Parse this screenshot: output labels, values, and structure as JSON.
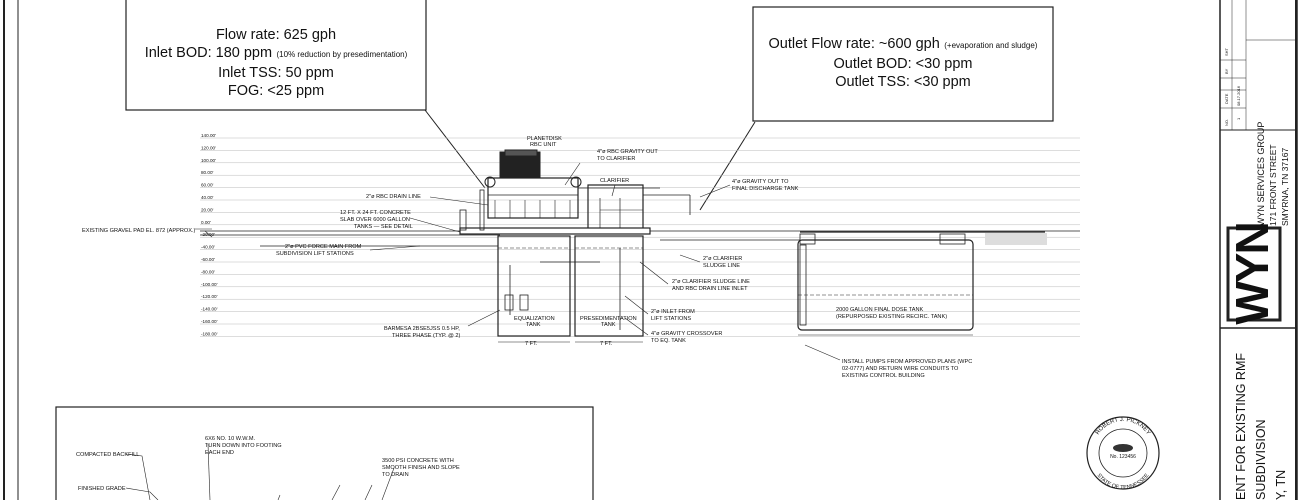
{
  "inlet_box": {
    "flow": "Flow rate: 625 gph",
    "bod": "Inlet BOD: 180 ppm",
    "bod_note": "(10% reduction by presedimentation)",
    "tss": "Inlet TSS: 50 ppm",
    "fog": "FOG: <25 ppm"
  },
  "outlet_box": {
    "flow": "Outlet Flow rate: ~600 gph",
    "flow_note": "(+evaporation and sludge)",
    "bod": "Outlet BOD: <30 ppm",
    "tss": "Outlet TSS: <30 ppm"
  },
  "elevations": [
    "140.00'",
    "120.00'",
    "100.00'",
    "80.00'",
    "60.00'",
    "40.00'",
    "20.00'",
    "0.00'",
    "-20.00'",
    "-40.00'",
    "-60.00'",
    "-80.00'",
    "-100.00'",
    "-120.00'",
    "-140.00'",
    "-160.00'",
    "-180.00'"
  ],
  "labels": {
    "planetdisk": "PLANETDISK",
    "rbc_unit": "RBC UNIT",
    "rbc_gravity_1": "4\"ø RBC GRAVITY OUT",
    "rbc_gravity_2": "TO CLARIFIER",
    "clarifier": "CLARIFIER",
    "gravity_out_1": "4\"ø GRAVITY OUT TO",
    "gravity_out_2": "FINAL DISCHARGE TANK",
    "rbc_drain": "2\"ø RBC DRAIN LINE",
    "slab_1": "12 FT. X 24 FT. CONCRETE",
    "slab_2": "SLAB OVER 6000 GALLON",
    "slab_3": "TANKS — SEE DETAIL",
    "gravel_pad": "EXISTING GRAVEL PAD EL. 872 (APPROX.)",
    "force_main_1": "2\"ø PVC FORCE MAIN FROM",
    "force_main_2": "SUBDIVISION LIFT STATIONS",
    "clar_sludge_1": "2\"ø CLARIFIER",
    "clar_sludge_2": "SLUDGE LINE",
    "clar_sludge_rbc_1": "2\"ø CLARIFIER SLUDGE LINE",
    "clar_sludge_rbc_2": "AND RBC DRAIN LINE INLET",
    "inlet_lift_1": "2\"ø INLET FROM",
    "inlet_lift_2": "LIFT STATIONS",
    "crossover_1": "4\"ø GRAVITY CROSSOVER",
    "crossover_2": "TO EQ. TANK",
    "eq_tank_1": "EQUALIZATION",
    "eq_tank_2": "TANK",
    "presed_tank_1": "PRESEDIMENTATION",
    "presed_tank_2": "TANK",
    "pump_1": "BARMESA 2BSE5JSS 0.5 HP,",
    "pump_2": "THREE PHASE (TYP. @ 2)",
    "dim_left": "7 FT.",
    "dim_right": "7 FT.",
    "final_tank_1": "2000 GALLON FINAL DOSE TANK",
    "final_tank_2": "(REPURPOSED EXISTING RECIRC. TANK)",
    "install_1": "INSTALL PUMPS FROM APPROVED PLANS (WPC",
    "install_2": "02-0777) AND RETURN WIRE CONDUITS TO",
    "install_3": "EXISTING CONTROL BUILDING"
  },
  "detail": {
    "compacted": "COMPACTED BACKFILL",
    "finished": "FINISHED GRADE",
    "wwm_1": "6X6 NO. 10 W.W.M.",
    "wwm_2": "TURN DOWN INTO FOOTING",
    "wwm_3": "EACH END",
    "concrete_1": "3500 PSI CONCRETE WITH",
    "concrete_2": "SMOOTH FINISH AND SLOPE",
    "concrete_3": "TO DRAIN"
  },
  "title_block": {
    "company": "WYN SERVICES GROUP",
    "street": "171 FRONT STREET",
    "city": "SMYRNA, TN 37167",
    "logo": "WYN",
    "title_1": "ENT FOR EXISTING RMF",
    "title_2": "SUBDIVISION",
    "title_3": "Y, TN",
    "rev_no": "NO.",
    "rev_date": "DATE",
    "rev_by": "BY",
    "rev_sht": "SHT",
    "rev_1_no": "1",
    "rev_1_date": "08.17.2016"
  },
  "seal": {
    "name": "ROBERT J. PICKNEY",
    "state": "STATE OF TENNESSEE",
    "number": "No. 123456"
  }
}
